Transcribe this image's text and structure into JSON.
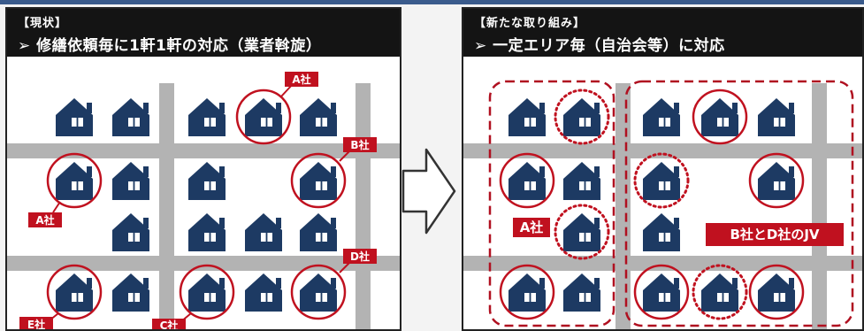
{
  "left_panel": {
    "tag": "【現状】",
    "title": "➢ 修繕依頼毎に1軒1軒の対応（業者斡旋）",
    "labels": {
      "a_top": "A社",
      "a_left": "A社",
      "b": "B社",
      "d": "D社",
      "e": "E社",
      "c": "C社"
    }
  },
  "right_panel": {
    "tag": "【新たな取り組み】",
    "title": "➢ 一定エリア毎（自治会等）に対応",
    "labels": {
      "a": "A社",
      "bd_jv": "B社とD社のJV"
    }
  },
  "colors": {
    "header": "#141414",
    "road": "#b3b3b3",
    "house": "#1d3a63",
    "accent_red": "#c0111f"
  },
  "icons": [
    "house-icon",
    "right-arrow-icon"
  ]
}
